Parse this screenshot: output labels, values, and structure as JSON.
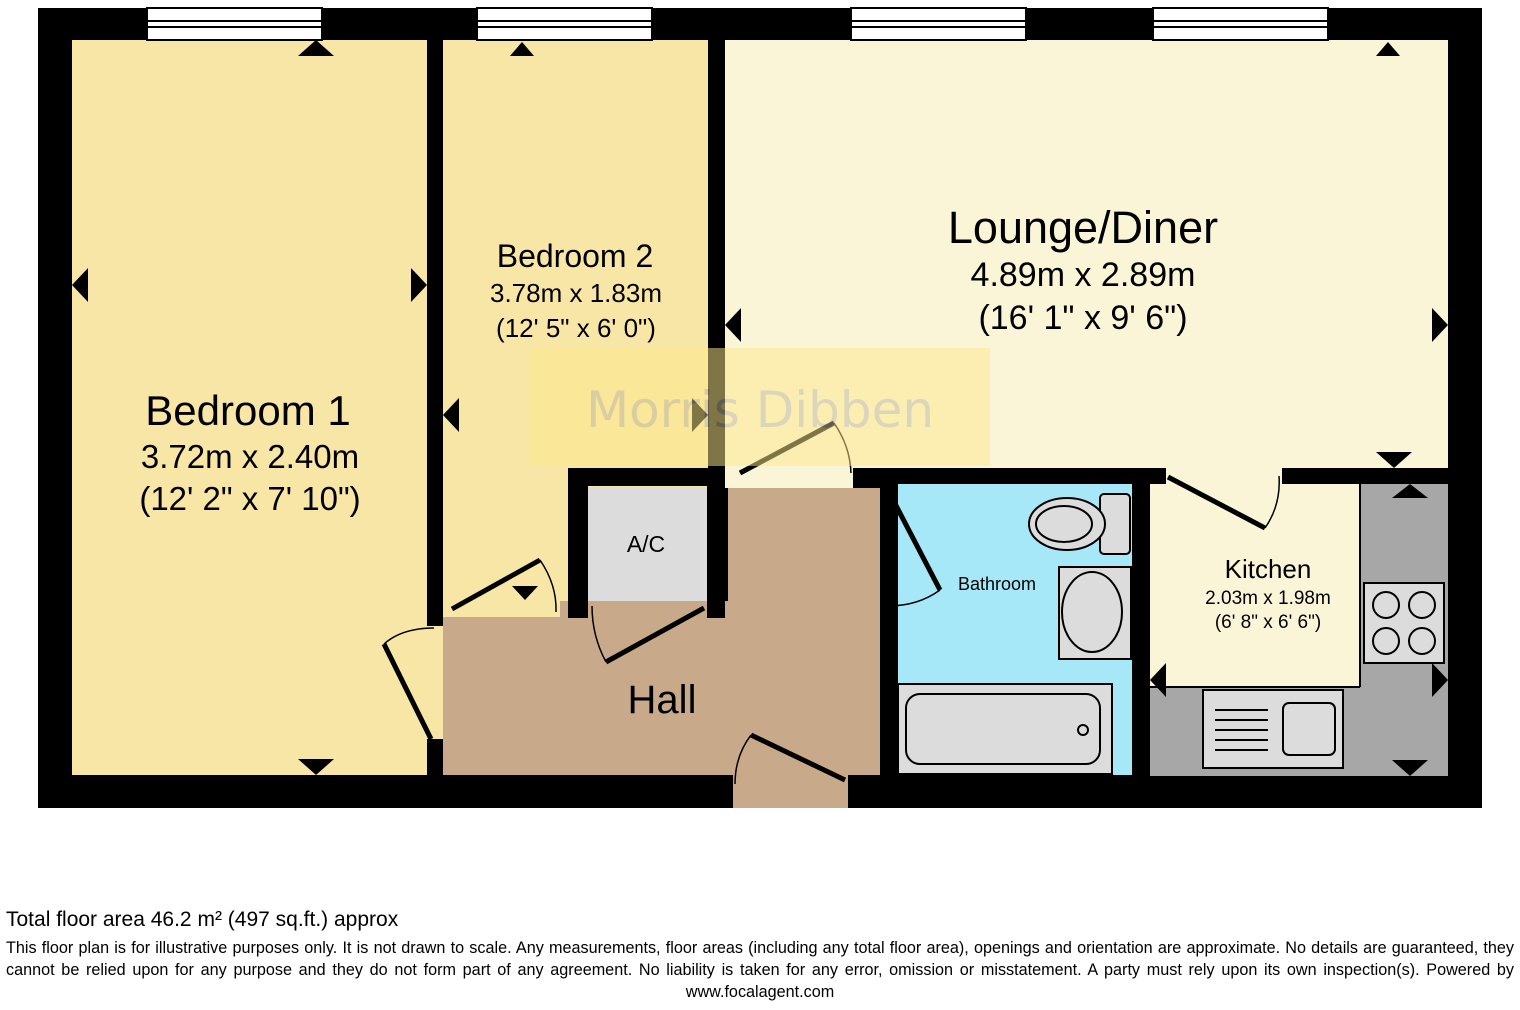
{
  "rooms": {
    "bedroom1": {
      "name": "Bedroom 1",
      "metric": "3.72m x 2.40m",
      "imperial": "(12' 2\" x 7' 10\")",
      "color": "#f8e6a6"
    },
    "bedroom2": {
      "name": "Bedroom 2",
      "metric": "3.78m x 1.83m",
      "imperial": "(12' 5\" x 6' 0\")",
      "color": "#f8e6a6"
    },
    "lounge": {
      "name": "Lounge/Diner",
      "metric": "4.89m x 2.89m",
      "imperial": "(16' 1\" x 9' 6\")",
      "color": "#fbf5d8"
    },
    "kitchen": {
      "name": "Kitchen",
      "metric": "2.03m x 1.98m",
      "imperial": "(6' 8\" x 6' 6\")",
      "color": "#fbf5d8"
    },
    "bathroom": {
      "name": "Bathroom",
      "color": "#a6e8f7"
    },
    "hall": {
      "name": "Hall",
      "color": "#c8aa8a"
    },
    "ac": {
      "name": "A/C",
      "color": "#dcdcdc"
    }
  },
  "watermark": "Morris Dibben",
  "footer": {
    "total_area": "Total floor area 46.2 m² (497 sq.ft.) approx",
    "disclaimer": "This floor plan is for illustrative purposes only. It is not drawn to scale. Any measurements, floor areas (including any total floor area), openings and orientation are approximate. No details are guaranteed, they cannot be relied upon for any purpose and they do not form part of any agreement. No liability is taken for any error, omission or misstatement. A party must rely upon its own inspection(s). Powered by www.focalagent.com"
  },
  "colors": {
    "wall": "#000000",
    "worktop": "#a7a7a7",
    "fixture": "#cfcfcf",
    "background": "#ffffff"
  }
}
